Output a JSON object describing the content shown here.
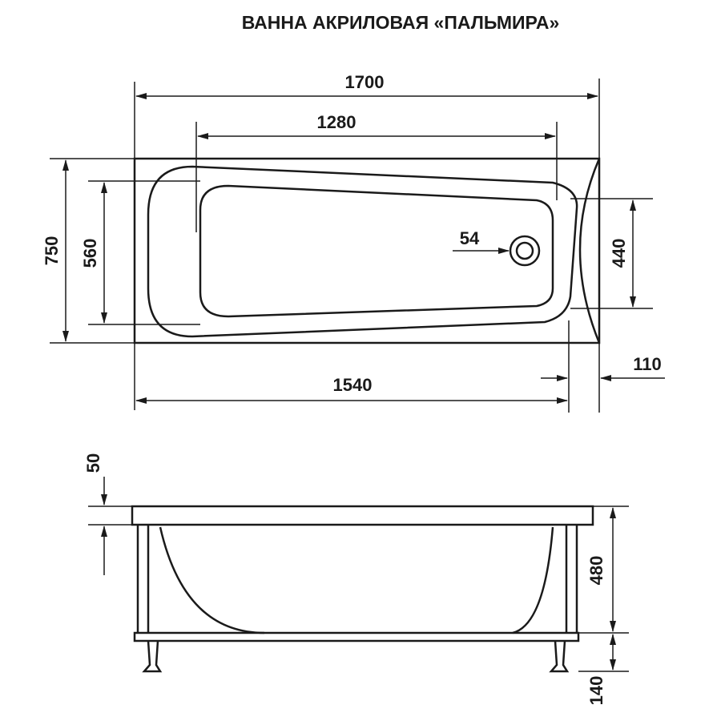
{
  "title": "ВАННА АКРИЛОВАЯ «ПАЛЬМИРА»",
  "top_view": {
    "overall_length": "1700",
    "inner_length": "1280",
    "overall_width": "750",
    "inner_width": "560",
    "drain_diameter": "54",
    "end_width": "440",
    "body_length": "1540",
    "end_offset": "110"
  },
  "side_view": {
    "rim_height": "50",
    "tub_height": "480",
    "leg_height": "140"
  },
  "colors": {
    "ink": "#1a1a1a",
    "background": "#ffffff"
  }
}
